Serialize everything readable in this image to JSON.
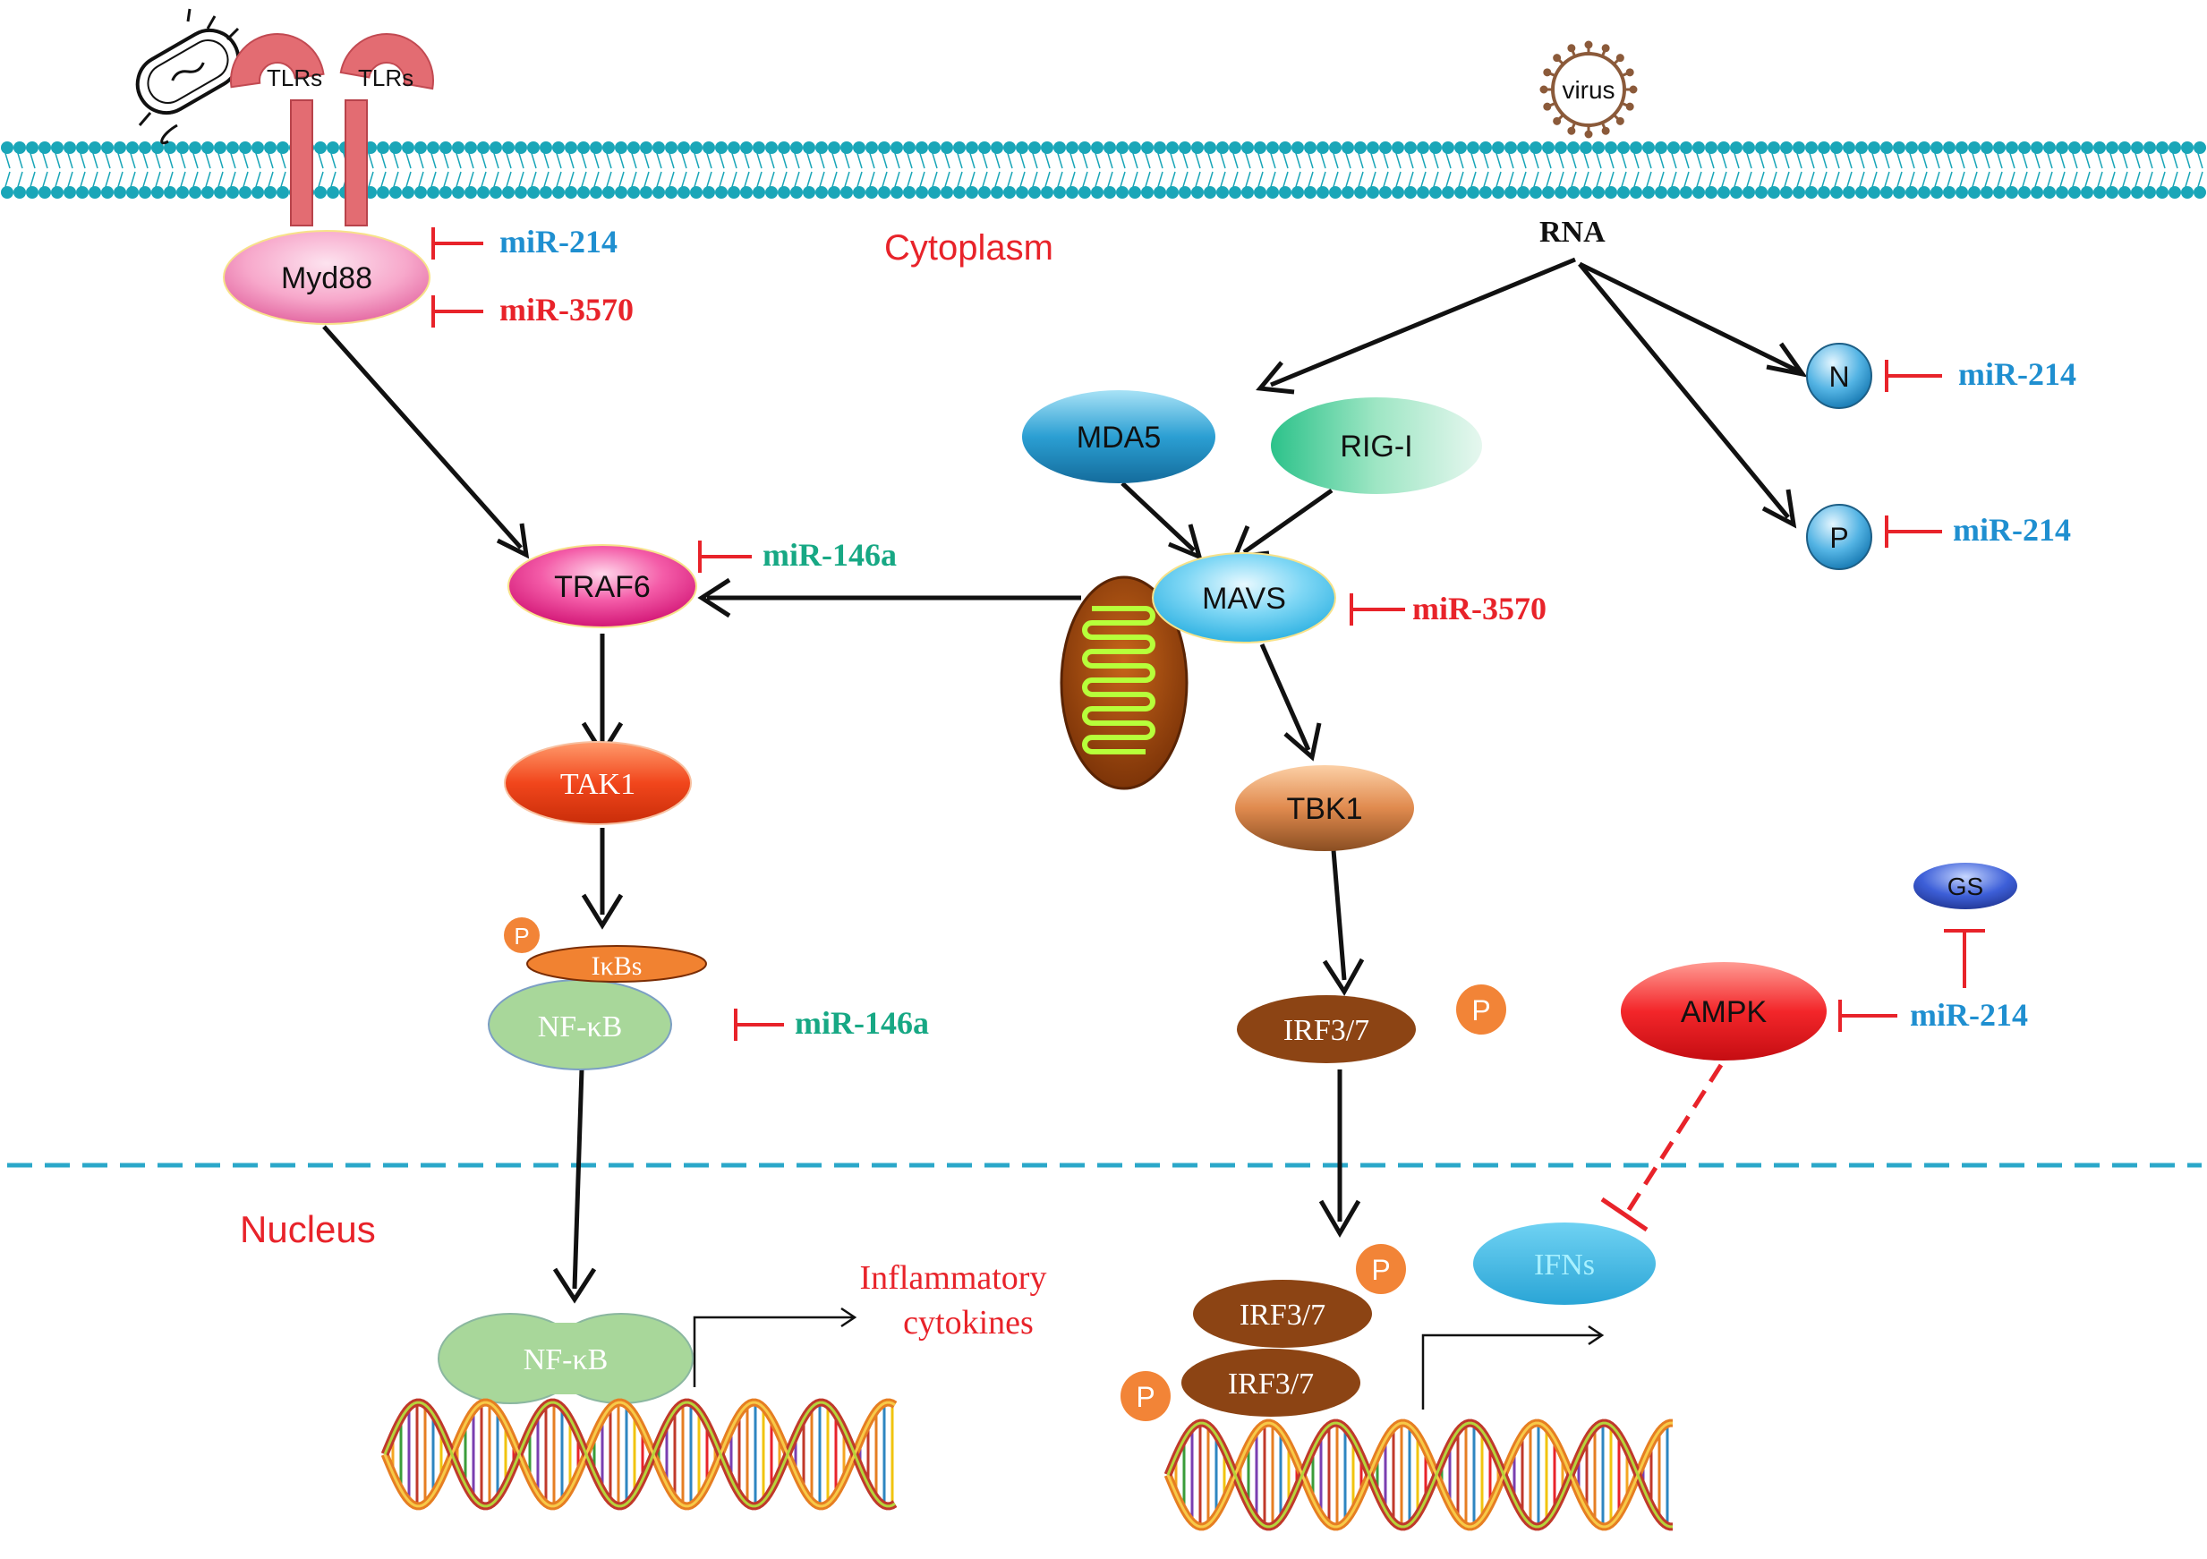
{
  "compartments": {
    "cytoplasm": "Cytoplasm",
    "nucleus": "Nucleus"
  },
  "membrane": {
    "receptors": [
      "TLRs",
      "TLRs"
    ],
    "bacterium_icon": "bacterium-icon",
    "virus_label": "virus",
    "rna_label": "RNA"
  },
  "nodes": {
    "myd88": "Myd88",
    "traf6": "TRAF6",
    "tak1": "TAK1",
    "ikbs": "IκBs",
    "nfkb_cyto": "NF-κB",
    "nfkb_nuc": "NF-κB",
    "mda5": "MDA5",
    "rigi": "RIG-I",
    "mavs": "MAVS",
    "tbk1": "TBK1",
    "irf37_cyto": "IRF3/7",
    "irf37_nuc_top": "IRF3/7",
    "irf37_nuc_bottom": "IRF3/7",
    "n_protein": "N",
    "p_protein": "P",
    "ampk": "AMPK",
    "gs": "GS",
    "ifns": "IFNs",
    "phospho": "P"
  },
  "mirnas": {
    "myd88_a": "miR-214",
    "myd88_b": "miR-3570",
    "traf6": "miR-146a",
    "mavs": "miR-3570",
    "nfkb": "miR-146a",
    "n_protein": "miR-214",
    "p_protein": "miR-214",
    "ampk": "miR-214"
  },
  "outputs": {
    "inflammatory_line1": "Inflammatory",
    "inflammatory_line2": "cytokines"
  },
  "colors": {
    "membrane": "#1aa6b8",
    "inhibit": "#e8232a",
    "arrow": "#111111",
    "mir_blue": "#1f8fd0",
    "mir_red": "#e8232a",
    "mir_green": "#17a884",
    "label_red": "#e8232a"
  }
}
